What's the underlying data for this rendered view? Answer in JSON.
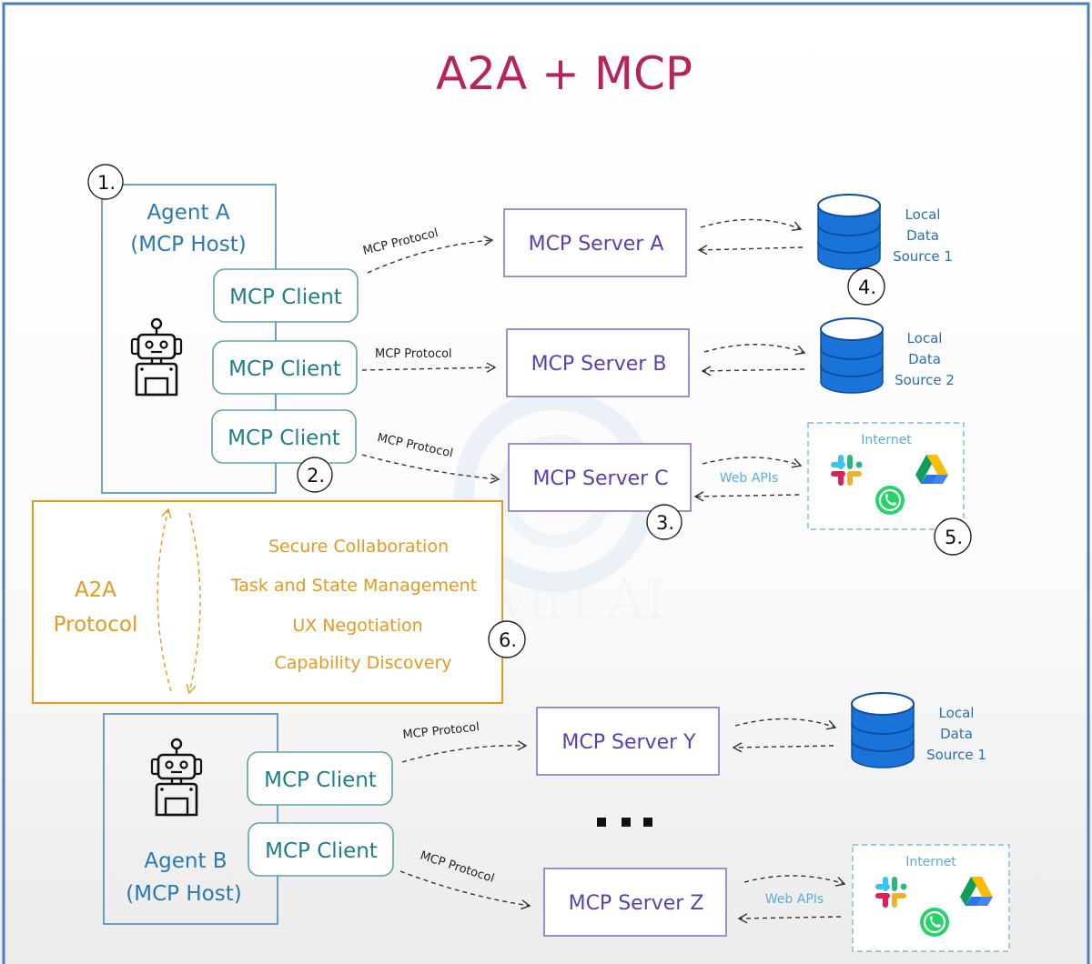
{
  "title": "A2A + MCP",
  "watermark": "Swirl AI",
  "colors": {
    "title": "#b5245c",
    "agent_border": "#4a8ab8",
    "agent_text": "#2a78b5",
    "client_border": "#5fa3a8",
    "client_text": "#1f7f86",
    "server_border": "#8a72c9",
    "server_text": "#5a3fb0",
    "a2a": "#e39a1f",
    "database": "#1a73d9",
    "internet_border": "#7fb8d6"
  },
  "agent_a": {
    "name": "Agent A",
    "role": "(MCP Host)",
    "step": "1.",
    "clients": [
      "MCP Client",
      "MCP Client",
      "MCP Client"
    ],
    "client_step": "2.",
    "connections": [
      {
        "protocol": "MCP Protocol",
        "server": "MCP Server A",
        "target": {
          "type": "database",
          "label": [
            "Local",
            "Data",
            "Source 1"
          ],
          "step": "4."
        }
      },
      {
        "protocol": "MCP Protocol",
        "server": "MCP Server B",
        "target": {
          "type": "database",
          "label": [
            "Local",
            "Data",
            "Source 2"
          ]
        }
      },
      {
        "protocol": "MCP Protocol",
        "server": "MCP Server C",
        "server_step": "3.",
        "link_label": "Web APIs",
        "target": {
          "type": "internet",
          "label": "Internet",
          "step": "5.",
          "apps": [
            "slack",
            "google-drive",
            "whatsapp"
          ]
        }
      }
    ]
  },
  "a2a": {
    "label_line1": "A2A",
    "label_line2": "Protocol",
    "step": "6.",
    "features": [
      "Secure Collaboration",
      "Task and State Management",
      "UX Negotiation",
      "Capability Discovery"
    ]
  },
  "agent_b": {
    "name": "Agent B",
    "role": "(MCP Host)",
    "clients": [
      "MCP Client",
      "MCP Client"
    ],
    "ellipsis": "...",
    "connections": [
      {
        "protocol": "MCP Protocol",
        "server": "MCP Server Y",
        "target": {
          "type": "database",
          "label": [
            "Local",
            "Data",
            "Source 1"
          ]
        }
      },
      {
        "protocol": "MCP Protocol",
        "server": "MCP Server Z",
        "link_label": "Web APIs",
        "target": {
          "type": "internet",
          "label": "Internet",
          "apps": [
            "slack",
            "google-drive",
            "whatsapp"
          ]
        }
      }
    ]
  }
}
